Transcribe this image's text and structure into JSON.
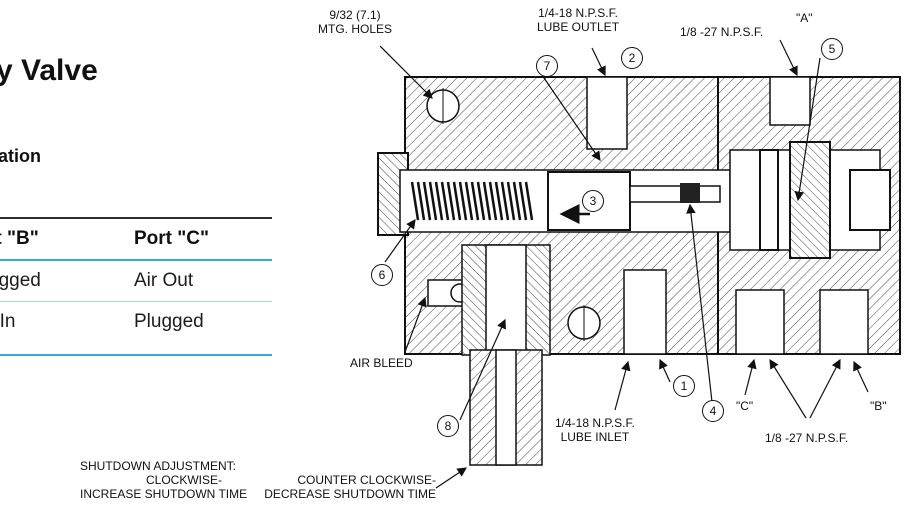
{
  "heading": {
    "title": "y Valve",
    "subtitle": "ation"
  },
  "table": {
    "headers": [
      "rt \"B\"",
      "Port \"C\""
    ],
    "rows": [
      [
        "ugged",
        "Air Out"
      ],
      [
        "r In",
        "Plugged"
      ]
    ]
  },
  "labels": {
    "mtg_holes_1": "9/32 (7.1)",
    "mtg_holes_2": "MTG. HOLES",
    "lube_outlet_1": "1/4-18 N.P.S.F.",
    "lube_outlet_2": "LUBE OUTLET",
    "port_a_thread": "1/8 -27 N.P.S.F.",
    "port_a": "\"A\"",
    "air_bleed": "AIR BLEED",
    "lube_inlet_1": "1/4-18 N.P.S.F.",
    "lube_inlet_2": "LUBE INLET",
    "port_c": "\"C\"",
    "port_b": "\"B\"",
    "bottom_thread": "1/8 -27 N.P.S.F.",
    "shutdown_1": "SHUTDOWN ADJUSTMENT:",
    "shutdown_2": "CLOCKWISE-",
    "shutdown_3": "INCREASE SHUTDOWN TIME",
    "ccw_1": "COUNTER CLOCKWISE-",
    "ccw_2": "DECREASE SHUTDOWN TIME"
  },
  "callouts": [
    "1",
    "2",
    "3",
    "4",
    "5",
    "6",
    "7",
    "8"
  ]
}
